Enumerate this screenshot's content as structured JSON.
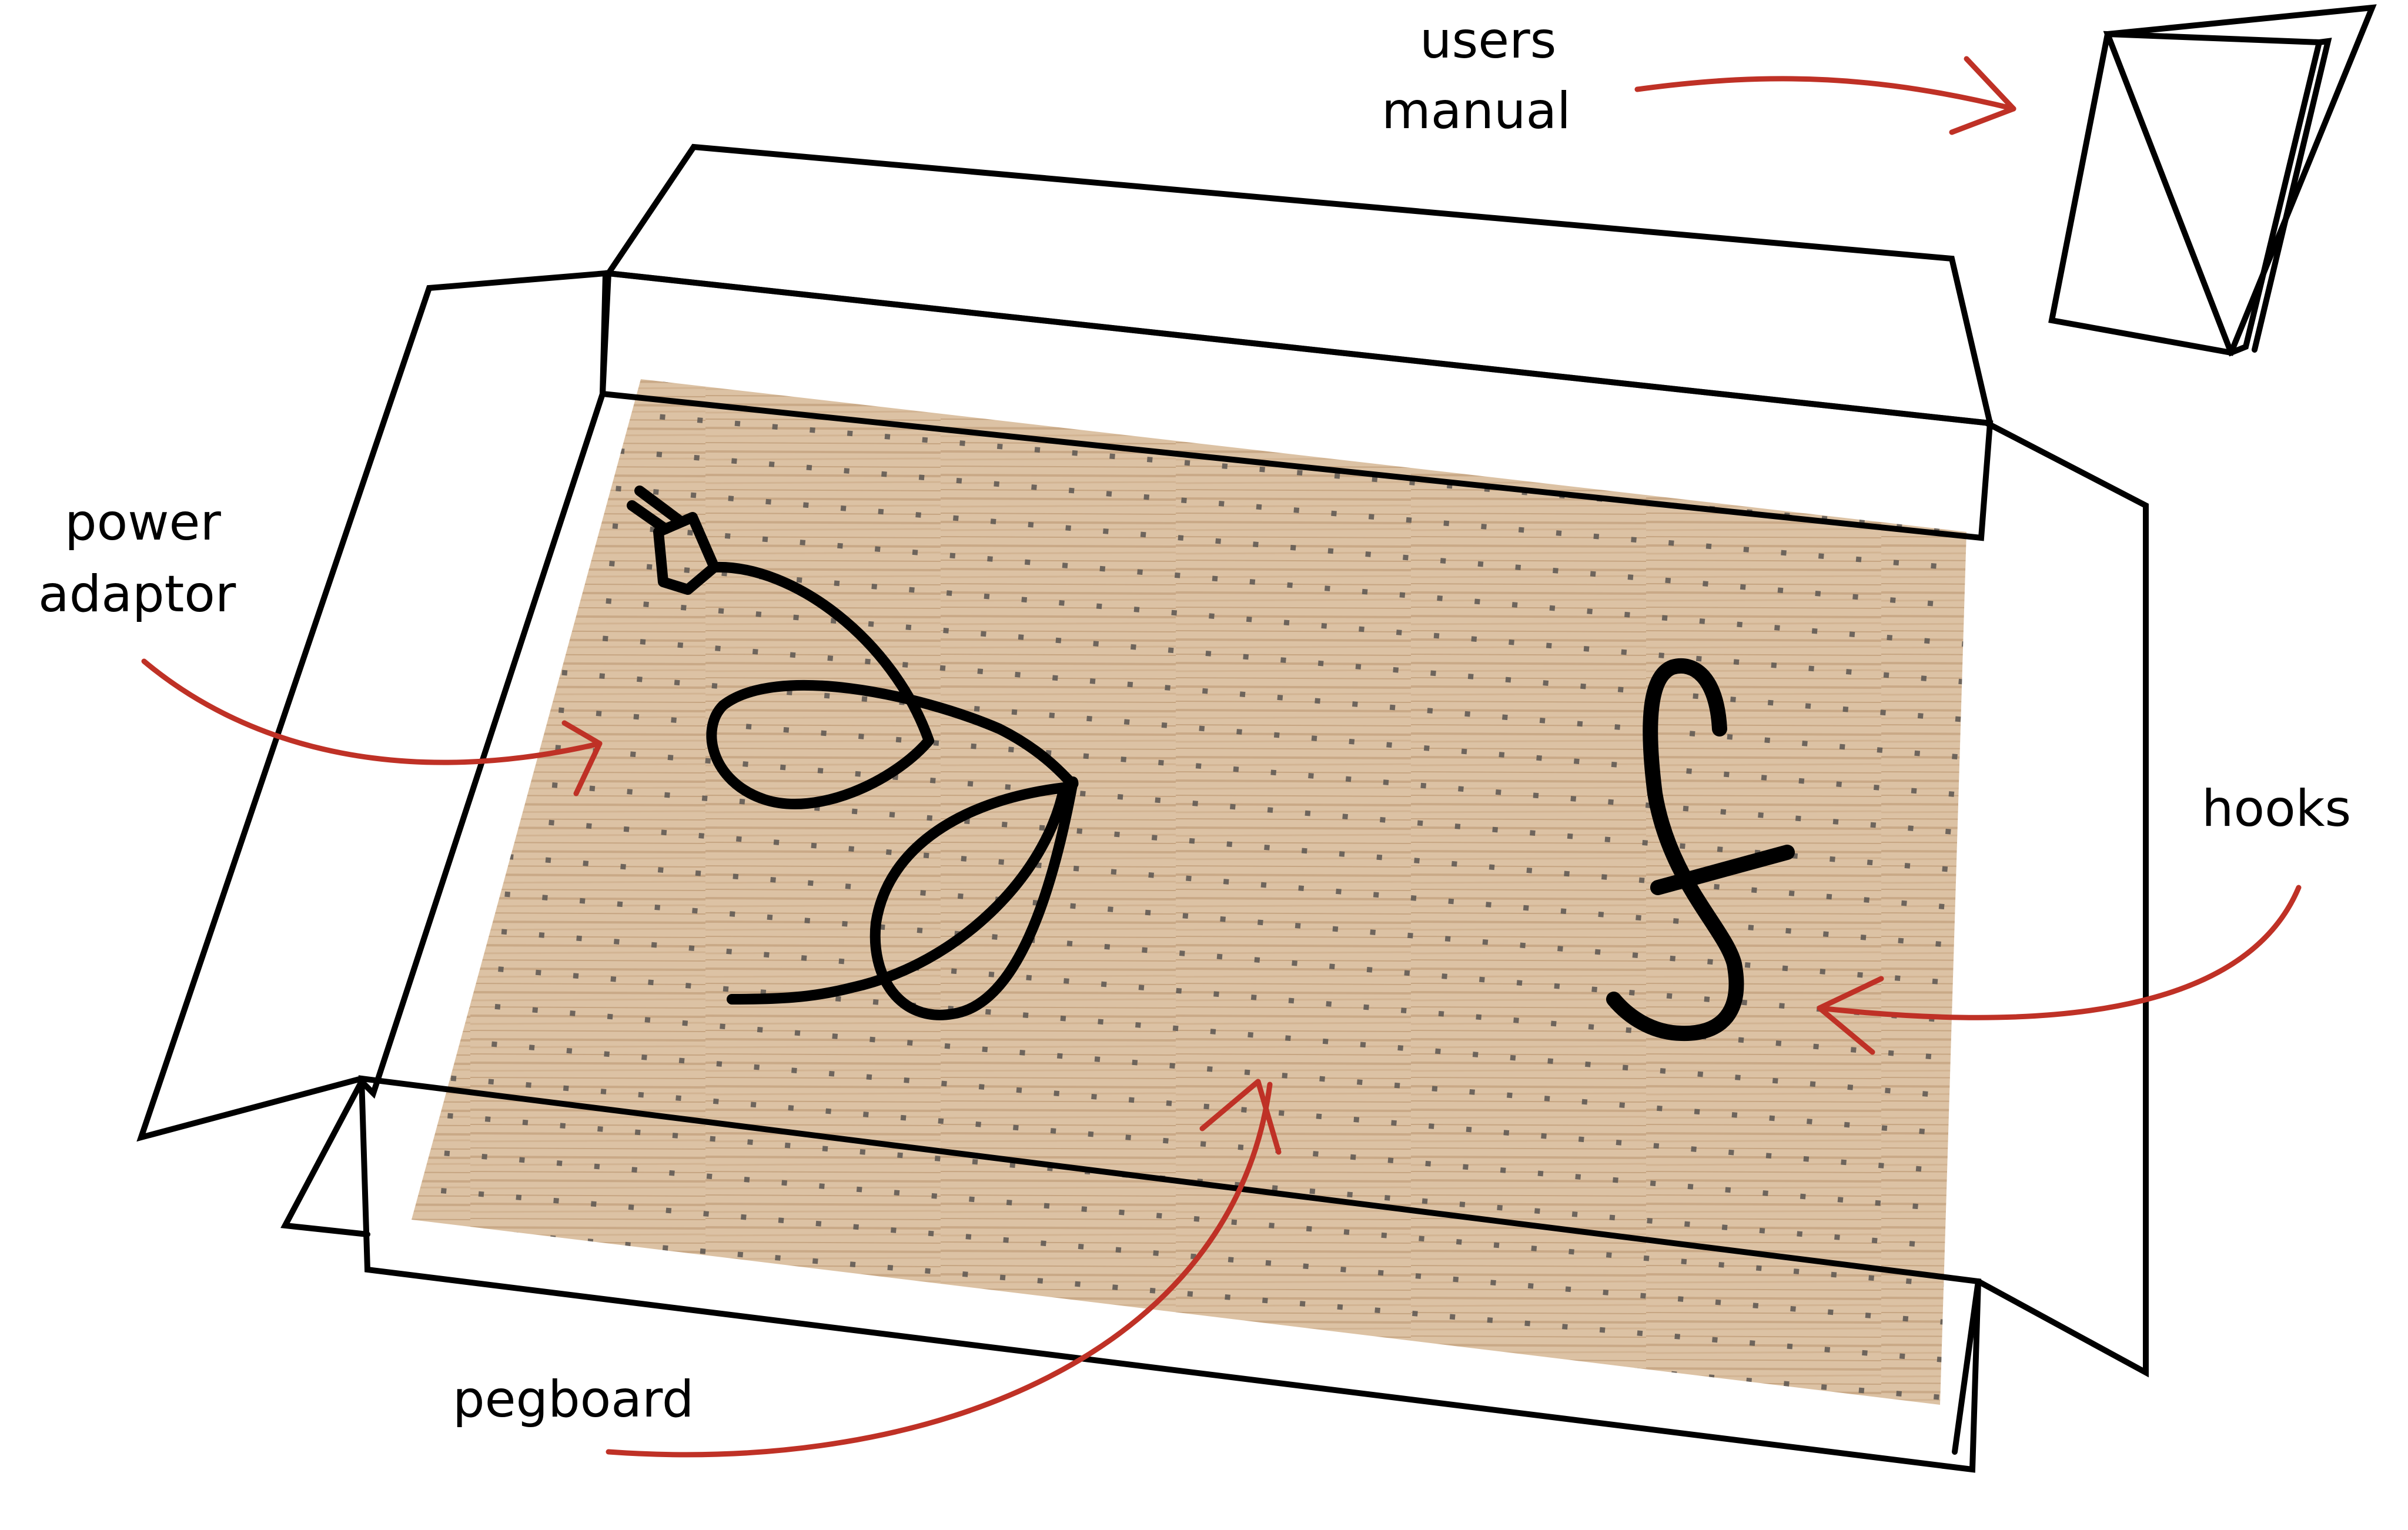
{
  "labels": {
    "users_manual_line1": "users",
    "users_manual_line2": "manual",
    "power_adaptor_line1": "power",
    "power_adaptor_line2": "adaptor",
    "hooks": "hooks",
    "pegboard": "pegboard"
  },
  "colors": {
    "outline": "#000000",
    "arrow": "#bf3126",
    "wood": "#dcc2a4",
    "wood_grain": "#c9a987",
    "holes": "#5a5550"
  },
  "icons": [
    "power-plug-icon",
    "hook-icon",
    "manual-booklet-icon"
  ]
}
